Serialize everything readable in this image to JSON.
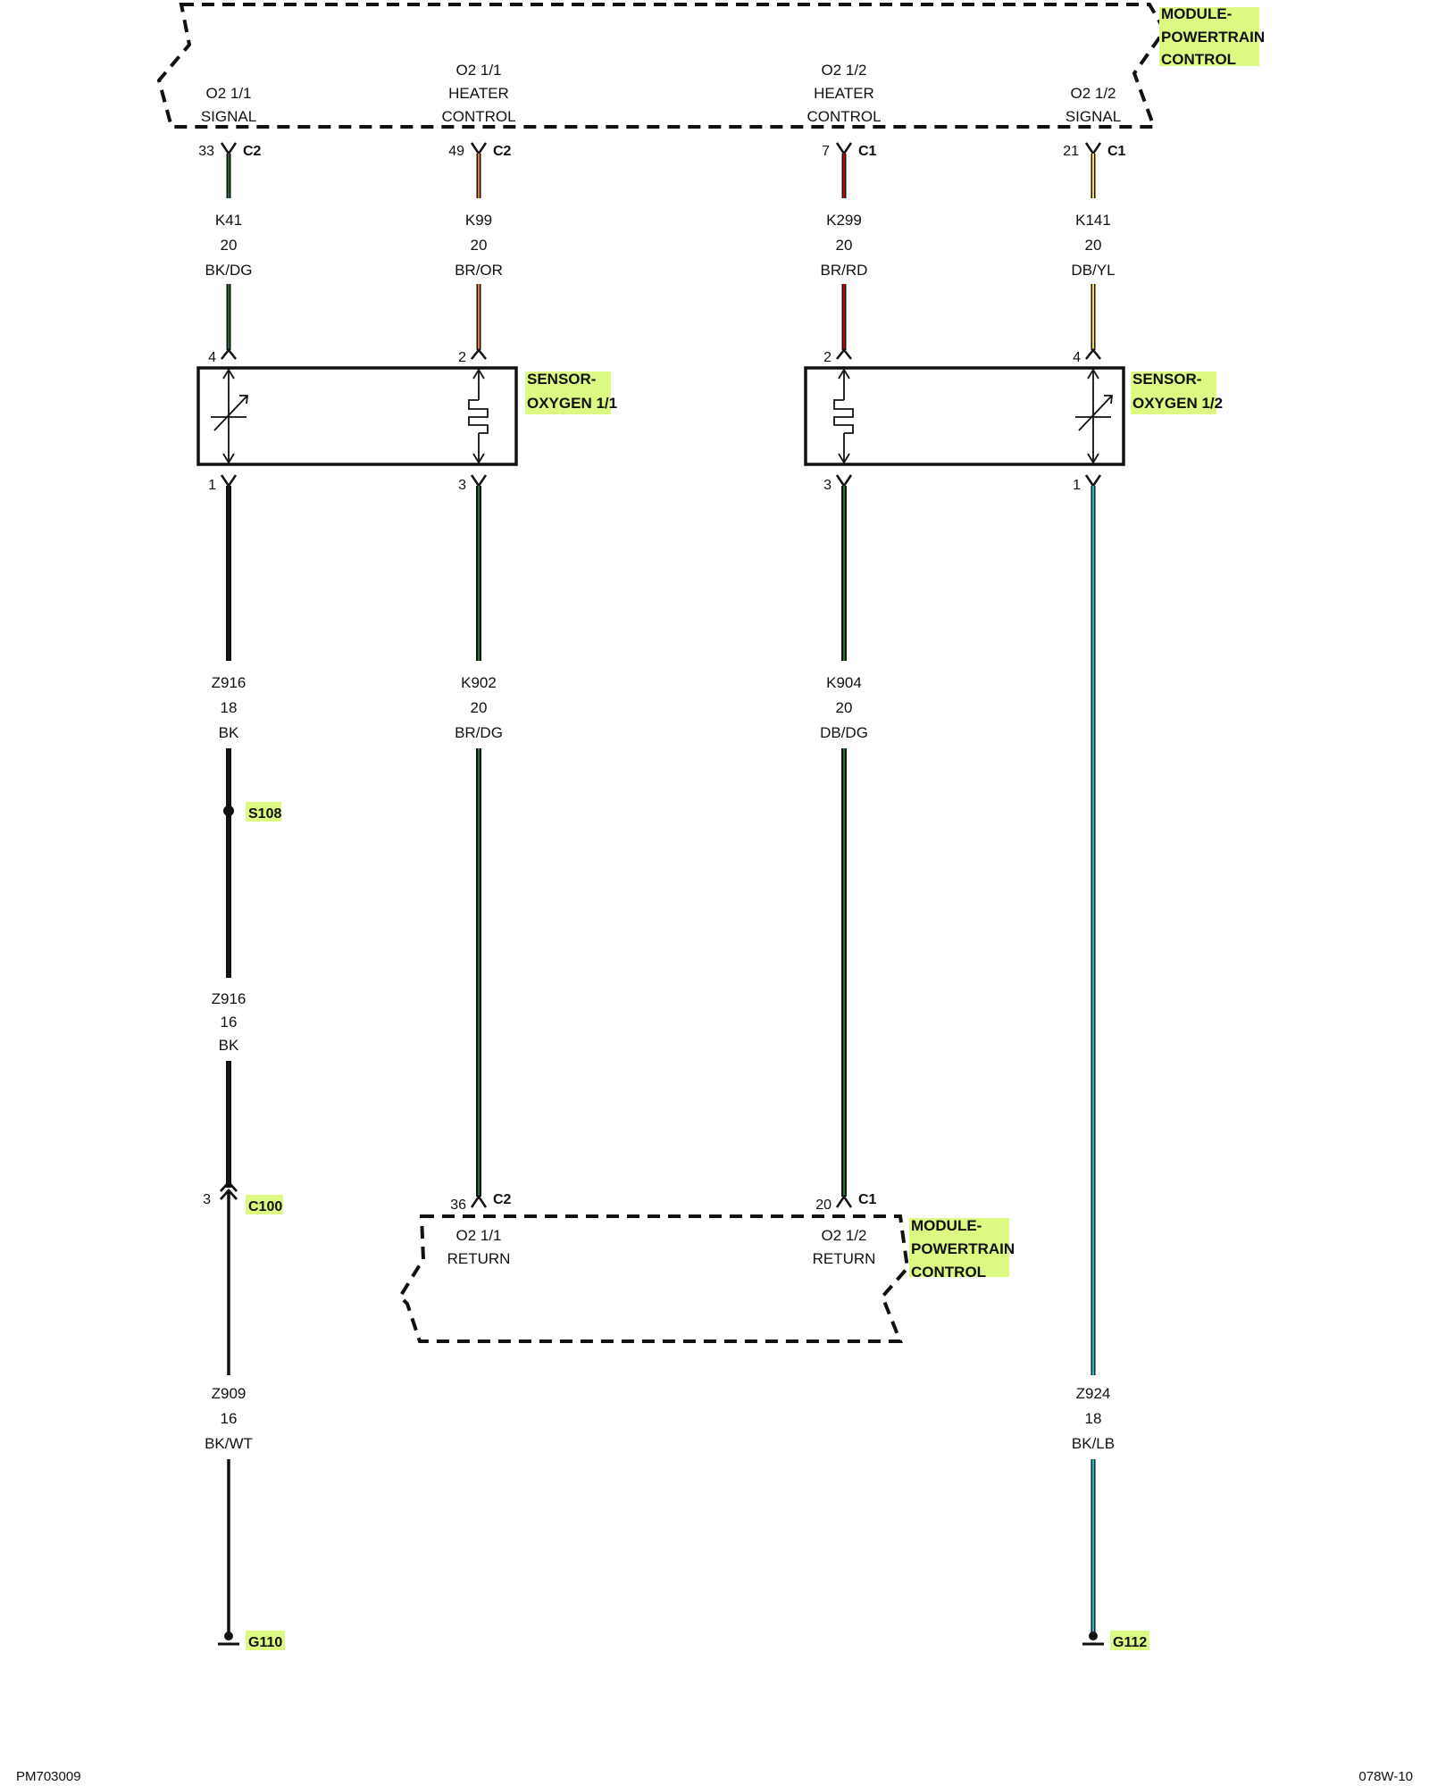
{
  "highlight_color": "#dcfa82",
  "modules": {
    "top": {
      "title_lines": [
        "MODULE-",
        "POWERTRAIN",
        "CONTROL"
      ],
      "pins": [
        {
          "name_lines": [
            "O2 1/1",
            "SIGNAL"
          ]
        },
        {
          "name_lines": [
            "O2 1/1",
            "HEATER",
            "CONTROL"
          ]
        },
        {
          "name_lines": [
            "O2 1/2",
            "HEATER",
            "CONTROL"
          ]
        },
        {
          "name_lines": [
            "O2 1/2",
            "SIGNAL"
          ]
        }
      ]
    },
    "bottom": {
      "title_lines": [
        "MODULE-",
        "POWERTRAIN",
        "CONTROL"
      ],
      "pins": [
        {
          "name_lines": [
            "O2 1/1",
            "RETURN"
          ]
        },
        {
          "name_lines": [
            "O2 1/2",
            "RETURN"
          ]
        }
      ]
    }
  },
  "sensors": [
    {
      "title_lines": [
        "SENSOR-",
        "OXYGEN 1/1"
      ]
    },
    {
      "title_lines": [
        "SENSOR-",
        "OXYGEN 1/2"
      ]
    }
  ],
  "top_connectors": [
    {
      "pin": "33",
      "connector": "C2"
    },
    {
      "pin": "49",
      "connector": "C2"
    },
    {
      "pin": "7",
      "connector": "C1"
    },
    {
      "pin": "21",
      "connector": "C1"
    }
  ],
  "sensor_pins_top": [
    "4",
    "2",
    "2",
    "4"
  ],
  "sensor_pins_bottom": [
    "1",
    "3",
    "3",
    "1"
  ],
  "bottom_connectors": [
    {
      "pin": "36",
      "connector": "C2"
    },
    {
      "pin": "20",
      "connector": "C1"
    }
  ],
  "wires": {
    "top": [
      {
        "circuit": "K41",
        "gauge": "20",
        "color": "BK/DG",
        "stripe": "#2e7d32"
      },
      {
        "circuit": "K99",
        "gauge": "20",
        "color": "BR/OR",
        "stripe": "#ff8c00"
      },
      {
        "circuit": "K299",
        "gauge": "20",
        "color": "BR/RD",
        "stripe": "#e00000"
      },
      {
        "circuit": "K141",
        "gauge": "20",
        "color": "DB/YL",
        "stripe": "#ffe600"
      }
    ],
    "middle": [
      {
        "circuit": "Z916",
        "gauge": "18",
        "color": "BK"
      },
      {
        "circuit": "K902",
        "gauge": "20",
        "color": "BR/DG",
        "stripe": "#2e7d32"
      },
      {
        "circuit": "K904",
        "gauge": "20",
        "color": "DB/DG",
        "stripe": "#2e7d32"
      }
    ],
    "z916_16": {
      "circuit": "Z916",
      "gauge": "16",
      "color": "BK"
    },
    "z909": {
      "circuit": "Z909",
      "gauge": "16",
      "color": "BK/WT"
    },
    "z924": {
      "circuit": "Z924",
      "gauge": "18",
      "color": "BK/LB",
      "stripe": "#00c8d8"
    }
  },
  "splice": {
    "label": "S108"
  },
  "c100": {
    "pin": "3",
    "label": "C100"
  },
  "grounds": [
    {
      "label": "G110"
    },
    {
      "label": "G112"
    }
  ],
  "footer": {
    "left": "PM703009",
    "right": "078W-10"
  }
}
